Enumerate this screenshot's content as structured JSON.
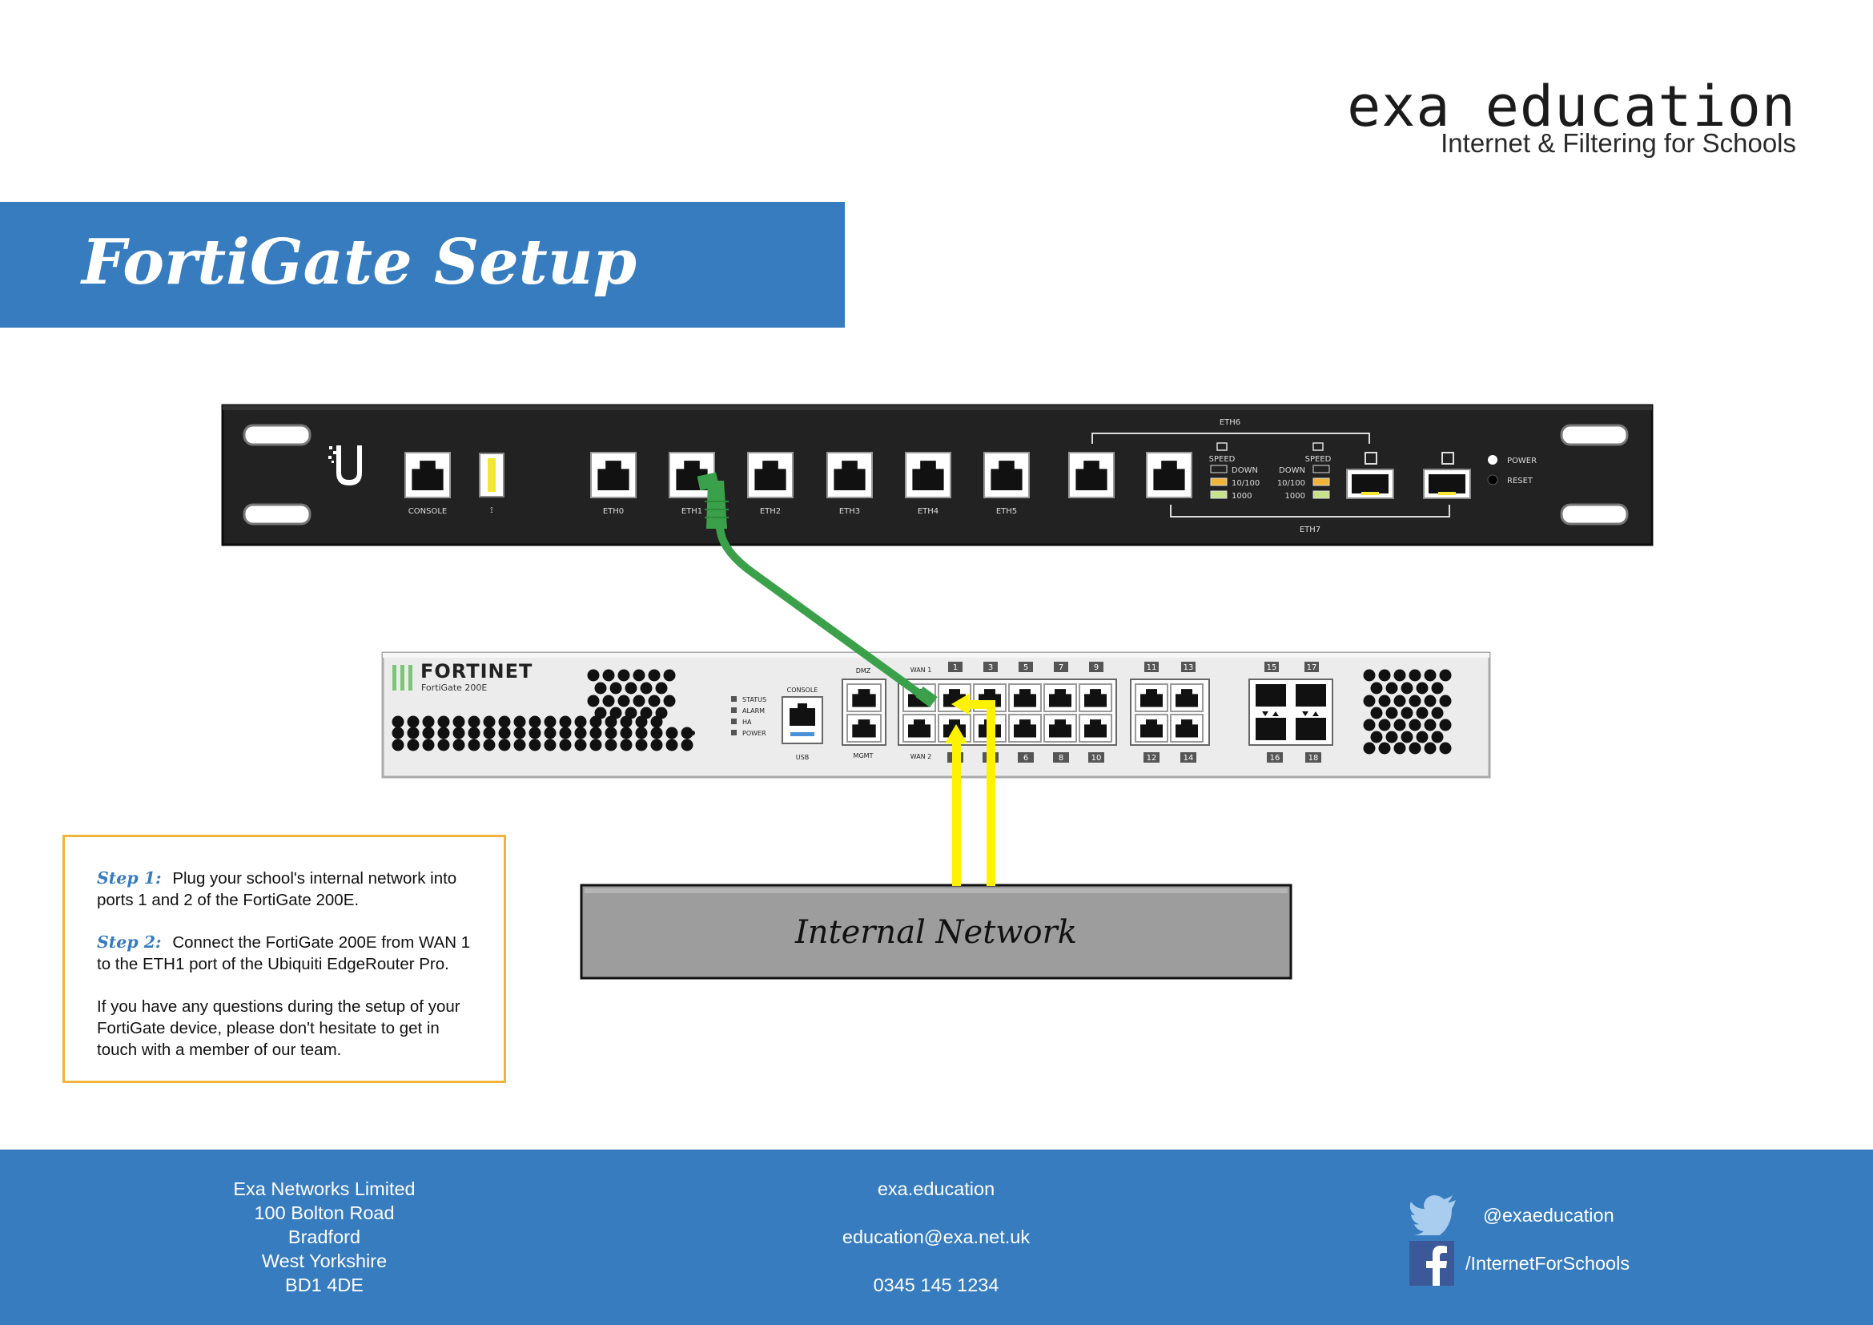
{
  "brand": {
    "name": "exa education",
    "tagline": "Internet & Filtering for Schools"
  },
  "title": "FortiGate Setup",
  "router": {
    "ports": [
      "CONSOLE",
      "ETH0",
      "ETH1",
      "ETH2",
      "ETH3",
      "ETH4",
      "ETH5"
    ],
    "eth6_label": "ETH6",
    "eth7_label": "ETH7",
    "speed_label": "SPEED",
    "speed_states": [
      "DOWN",
      "10/100",
      "1000"
    ],
    "power_label": "POWER",
    "reset_label": "RESET"
  },
  "fortigate": {
    "brand": "FORTINET",
    "model": "FortiGate 200E",
    "leds": [
      "STATUS",
      "ALARM",
      "HA",
      "POWER"
    ],
    "console_label": "CONSOLE",
    "usb_label": "USB",
    "dmz_label": "DMZ",
    "mgmt_label": "MGMT",
    "wan1_label": "WAN 1",
    "wan2_label": "WAN 2",
    "top_numbers": [
      "1",
      "3",
      "5",
      "7",
      "9",
      "11",
      "13",
      "15",
      "17"
    ],
    "bottom_numbers": [
      "2",
      "4",
      "6",
      "8",
      "10",
      "12",
      "14",
      "16",
      "18"
    ]
  },
  "network_box": {
    "label": "Internal Network"
  },
  "steps": {
    "step1_head": "Step 1:",
    "step1_text": "Plug your school's internal network into ports 1 and 2 of the FortiGate 200E.",
    "step2_head": "Step 2:",
    "step2_text": "Connect the FortiGate 200E from WAN 1 to the ETH1 port of the Ubiquiti EdgeRouter Pro.",
    "note": "If you have any questions during the setup of your FortiGate device, please don't hesitate to get in touch with a member of our team."
  },
  "footer": {
    "address": [
      "Exa Networks Limited",
      "100 Bolton Road",
      "Bradford",
      "West Yorkshire",
      "BD1 4DE"
    ],
    "website": "exa.education",
    "email": "education@exa.net.uk",
    "phone": "0345 145 1234",
    "twitter": "@exaeducation",
    "facebook": "/InternetForSchools"
  },
  "colors": {
    "accent": "#377cbf",
    "box_border": "#f0b43a",
    "green_cable": "#3aa14a",
    "yellow_arrow": "#fff200",
    "router_body": "#222222",
    "fortigate_body": "#ececec"
  }
}
